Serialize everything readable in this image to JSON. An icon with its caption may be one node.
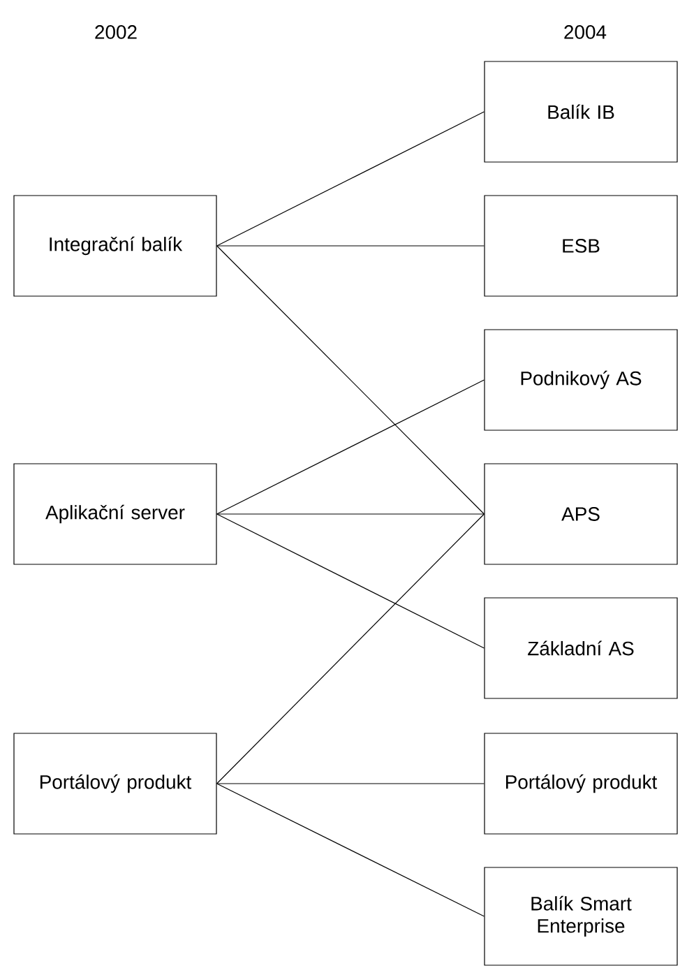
{
  "diagram": {
    "nodes": [
      {
        "text": [
          "Integrační balík"
        ]
      },
      {
        "text": [
          "Aplikační server"
        ]
      },
      {
        "text": [
          "Portálový produkt"
        ]
      },
      {
        "text": [
          "Balík IB"
        ]
      },
      {
        "text": [
          "ESB"
        ]
      },
      {
        "text": [
          "Podnikový AS"
        ]
      },
      {
        "text": [
          "APS"
        ]
      },
      {
        "text": [
          "Základní AS"
        ]
      },
      {
        "text": [
          "Portálový produkt"
        ]
      },
      {
        "text": [
          "Balík Smart Enterprise"
        ]
      }
    ],
    "edges": [
      {
        "from": 0,
        "to": 3,
        "arrow": "none"
      },
      {
        "from": 0,
        "to": 4,
        "arrow": "none"
      },
      {
        "from": 0,
        "to": 6,
        "arrow": "none"
      },
      {
        "from": 1,
        "to": 5,
        "arrow": "none"
      },
      {
        "from": 1,
        "to": 6,
        "arrow": "none"
      },
      {
        "from": 1,
        "to": 7,
        "arrow": "none"
      },
      {
        "from": 2,
        "to": 6,
        "arrow": "none"
      },
      {
        "from": 2,
        "to": 8,
        "arrow": "none"
      },
      {
        "from": 2,
        "to": 9,
        "arrow": "none"
      }
    ],
    "labels": [
      "2002",
      "2004"
    ]
  }
}
